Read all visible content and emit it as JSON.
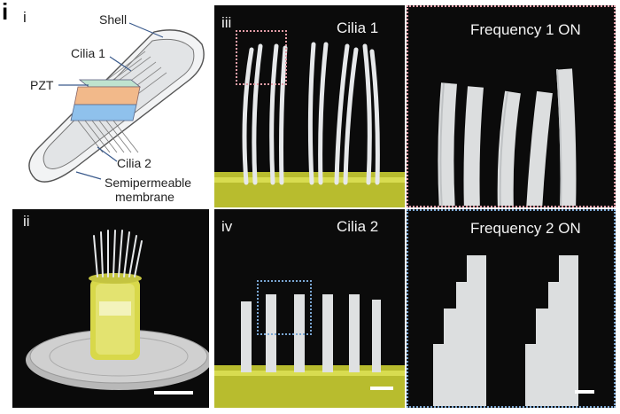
{
  "figure": {
    "letter": "i",
    "panels": {
      "i": {
        "numeral": "i",
        "labels": {
          "shell": "Shell",
          "cilia1": "Cilia 1",
          "pzt": "PZT",
          "cilia2": "Cilia 2",
          "semipermeable": "Semipermeable",
          "membrane": "membrane"
        }
      },
      "ii": {
        "numeral": "ii"
      },
      "iii": {
        "numeral": "iii",
        "title": "Cilia 1"
      },
      "iii_zoom": {
        "title": "Frequency 1 ON"
      },
      "iv": {
        "numeral": "iv",
        "title": "Cilia 2"
      },
      "iv_zoom": {
        "title": "Frequency 2 ON"
      }
    },
    "colors": {
      "pink_box": "#e29da7",
      "blue_box": "#7aa6d2",
      "cilia": "#e6e8ea",
      "base_yellow": "#d4d84a",
      "pzt_orange": "#f2b98a",
      "pzt_green": "#bfe3cf",
      "pzt_blue": "#8fc1ec"
    }
  }
}
